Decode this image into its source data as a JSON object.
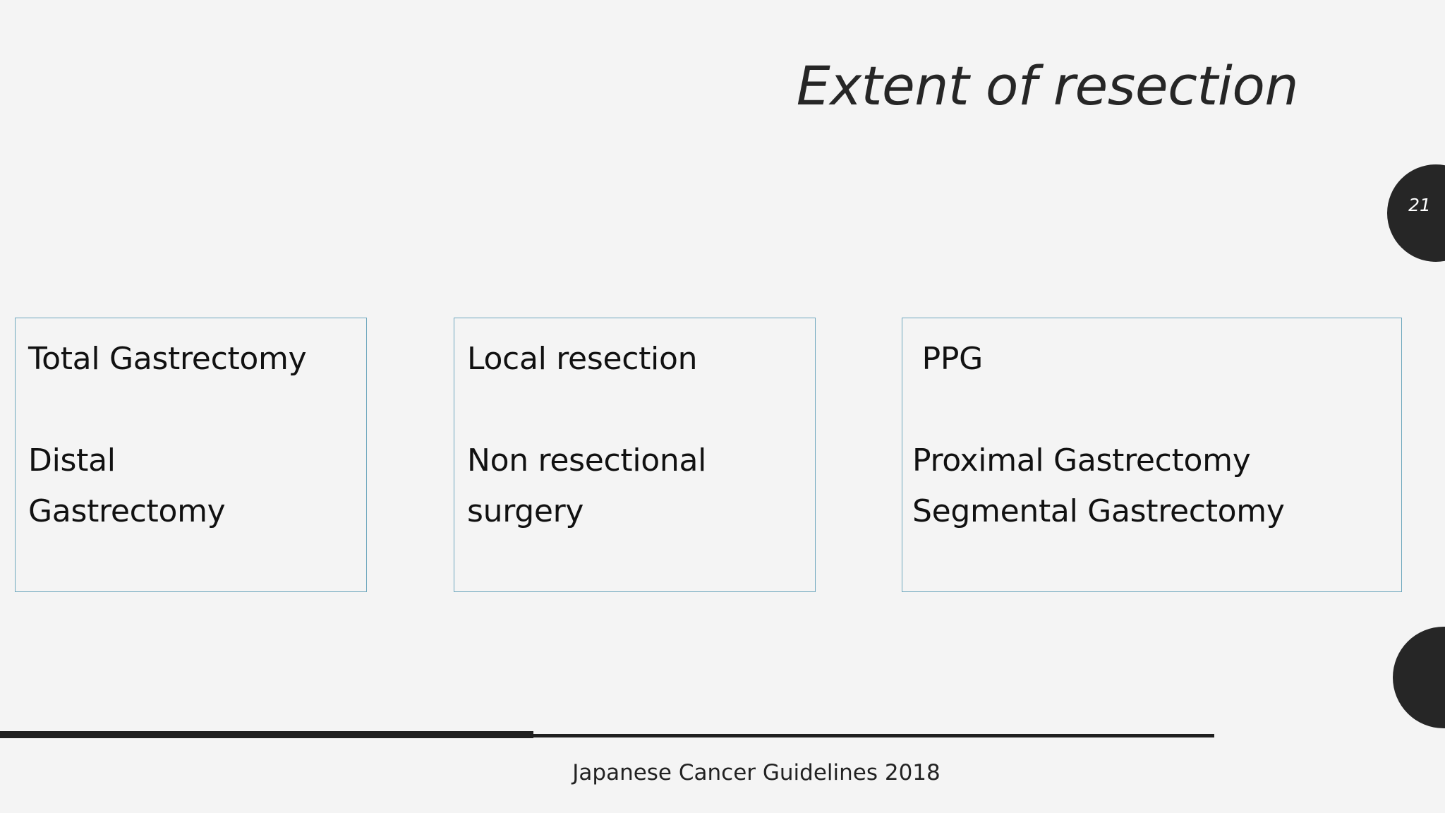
{
  "slide": {
    "title": "Extent of resection",
    "slide_number": "21",
    "background_color": "#f4f4f4",
    "accent_color": "#6fa8be",
    "decoration_color": "#262626",
    "footer": {
      "source": "Japanese Cancer Guidelines 2018"
    },
    "boxes": [
      {
        "name": "box-left",
        "lines": [
          "Total Gastrectomy",
          " ",
          "Distal",
          "Gastrectomy"
        ]
      },
      {
        "name": "box-middle",
        "lines": [
          "Local resection",
          " ",
          "Non resectional",
          "surgery"
        ]
      },
      {
        "name": "box-right",
        "lines": [
          " PPG",
          " ",
          "Proximal Gastrectomy",
          " ",
          "Segmental Gastrectomy"
        ]
      }
    ]
  }
}
